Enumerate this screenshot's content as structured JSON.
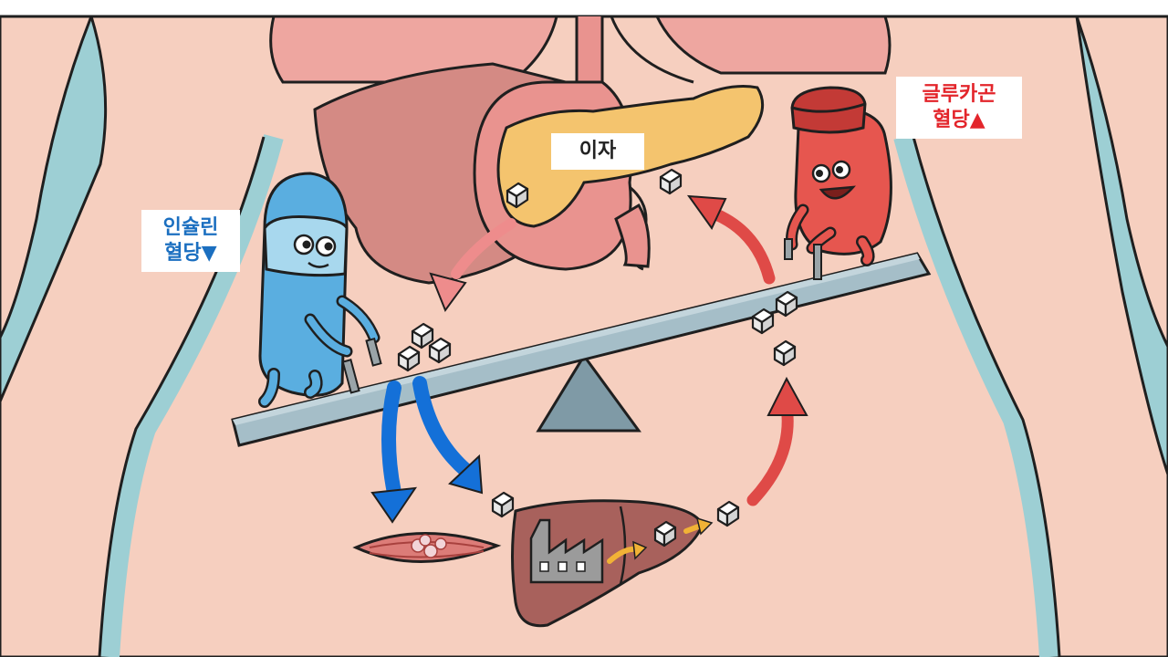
{
  "labels": {
    "insulin": {
      "name": "인슐린",
      "effect": "혈당▼",
      "color": "#1b6fc0"
    },
    "glucagon": {
      "name": "글루카곤",
      "effect": "혈당▲",
      "color": "#e3252b"
    },
    "pancreas": {
      "name": "이자",
      "color": "#222222"
    }
  },
  "colors": {
    "skin": "#f6cfbf",
    "side_background": "#9dcfd4",
    "organ_pink": "#eea6a0",
    "liver": "#a8615c",
    "pancreas": "#f4c46e",
    "stomach": "#e9938f",
    "insulin_character": "#5aaee0",
    "glucagon_character": "#e6564f",
    "seesaw_board": "#a5bec8",
    "seesaw_fulcrum": "#7f9aa6",
    "blue_arrow": "#1470d8",
    "red_arrow": "#df4a47",
    "pink_arrow": "#ee8c8c",
    "yellow_arrow": "#f1b236",
    "muscle": "#dc7c78",
    "factory": "#9b9b9b"
  },
  "icons": [
    "sugar-cube-icon",
    "factory-icon",
    "muscle-fiber-icon"
  ]
}
